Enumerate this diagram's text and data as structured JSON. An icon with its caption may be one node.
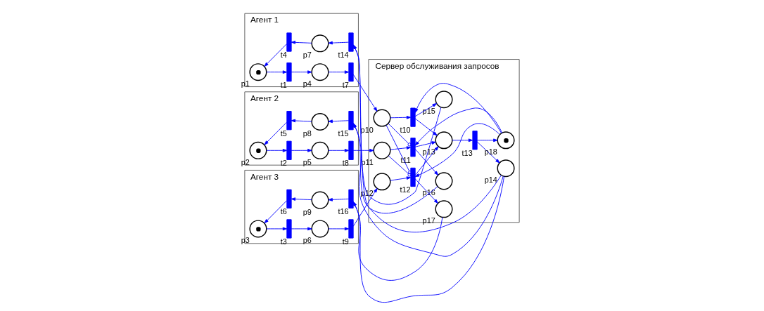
{
  "diagram": {
    "nodes": [
      {
        "text": [
          "Агент 1"
        ]
      },
      {
        "text": [],
        "shape": "marked",
        "beside": [
          "p1"
        ],
        "in": 0
      },
      {
        "text": [],
        "shape": "bar",
        "beside": [
          "t4"
        ],
        "in": 0
      },
      {
        "text": [],
        "shape": "bar",
        "beside": [
          "t1"
        ],
        "in": 0
      },
      {
        "text": [],
        "shape": "circle",
        "beside": [
          "p7"
        ],
        "in": 0
      },
      {
        "text": [],
        "shape": "circle",
        "beside": [
          "p4"
        ],
        "in": 0
      },
      {
        "text": [],
        "shape": "bar",
        "beside": [
          "t14"
        ],
        "in": 0
      },
      {
        "text": [],
        "shape": "bar",
        "beside": [
          "t7"
        ],
        "in": 0
      },
      {
        "text": [
          "Агент 2"
        ]
      },
      {
        "text": [],
        "shape": "marked",
        "beside": [
          "p2"
        ],
        "in": 8
      },
      {
        "text": [],
        "shape": "bar",
        "beside": [
          "t5"
        ],
        "in": 8
      },
      {
        "text": [],
        "shape": "bar",
        "beside": [
          "t2"
        ],
        "in": 8
      },
      {
        "text": [],
        "shape": "circle",
        "beside": [
          "p8"
        ],
        "in": 8
      },
      {
        "text": [],
        "shape": "circle",
        "beside": [
          "p5"
        ],
        "in": 8
      },
      {
        "text": [],
        "shape": "bar",
        "beside": [
          "t15"
        ],
        "in": 8
      },
      {
        "text": [],
        "shape": "bar",
        "beside": [
          "t8"
        ],
        "in": 8
      },
      {
        "text": [
          "Агент 3"
        ]
      },
      {
        "text": [],
        "shape": "marked",
        "beside": [
          "p3"
        ],
        "in": 16
      },
      {
        "text": [],
        "shape": "bar",
        "beside": [
          "t6"
        ],
        "in": 16
      },
      {
        "text": [],
        "shape": "bar",
        "beside": [
          "t3"
        ],
        "in": 16
      },
      {
        "text": [],
        "shape": "circle",
        "beside": [
          "p9"
        ],
        "in": 16
      },
      {
        "text": [],
        "shape": "circle",
        "beside": [
          "p6"
        ],
        "in": 16
      },
      {
        "text": [],
        "shape": "bar",
        "beside": [
          "t16"
        ],
        "in": 16
      },
      {
        "text": [],
        "shape": "bar",
        "beside": [
          "t9"
        ],
        "in": 16
      },
      {
        "text": [
          "Сервер обслуживания запросов"
        ]
      },
      {
        "text": [],
        "shape": "circle",
        "beside": [
          "p15"
        ],
        "in": 24
      },
      {
        "text": [],
        "shape": "circle",
        "beside": [
          "p10"
        ],
        "in": 24
      },
      {
        "text": [],
        "shape": "bar",
        "beside": [
          "t10"
        ],
        "in": 24
      },
      {
        "text": [],
        "shape": "circle",
        "beside": [
          "p16"
        ],
        "in": 24
      },
      {
        "text": [],
        "shape": "circle",
        "beside": [
          "p11"
        ],
        "in": 24
      },
      {
        "text": [],
        "shape": "bar",
        "beside": [
          "t11"
        ],
        "in": 24
      },
      {
        "text": [],
        "shape": "circle",
        "beside": [
          "p13"
        ],
        "in": 24
      },
      {
        "text": [],
        "shape": "bar",
        "beside": [
          "t13"
        ],
        "in": 24
      },
      {
        "text": [],
        "shape": "circle",
        "beside": [
          "p14"
        ],
        "in": 24
      },
      {
        "text": [],
        "shape": "circle",
        "beside": [
          "p17"
        ],
        "in": 24
      },
      {
        "text": [],
        "shape": "circle",
        "beside": [
          "p12"
        ],
        "in": 24
      },
      {
        "text": [],
        "shape": "bar",
        "beside": [
          "t12"
        ],
        "in": 24
      },
      {
        "text": [],
        "shape": "marked",
        "beside": [
          "p18"
        ],
        "in": 24
      }
    ],
    "edges": [
      {
        "from": 1,
        "to": 3,
        "arrow": "to"
      },
      {
        "from": 3,
        "to": 5,
        "arrow": "to"
      },
      {
        "from": 5,
        "to": 7,
        "arrow": "to"
      },
      {
        "from": 7,
        "to": 26,
        "arrow": "to"
      },
      {
        "from": 6,
        "to": 4,
        "arrow": "to"
      },
      {
        "from": 4,
        "to": 2,
        "arrow": "to"
      },
      {
        "from": 2,
        "to": 1,
        "arrow": "to"
      },
      {
        "from": 9,
        "to": 11,
        "arrow": "to"
      },
      {
        "from": 11,
        "to": 13,
        "arrow": "to"
      },
      {
        "from": 13,
        "to": 15,
        "arrow": "to"
      },
      {
        "from": 15,
        "to": 29,
        "arrow": "to"
      },
      {
        "from": 14,
        "to": 12,
        "arrow": "to"
      },
      {
        "from": 12,
        "to": 10,
        "arrow": "to"
      },
      {
        "from": 10,
        "to": 9,
        "arrow": "to"
      },
      {
        "from": 17,
        "to": 19,
        "arrow": "to"
      },
      {
        "from": 19,
        "to": 21,
        "arrow": "to"
      },
      {
        "from": 21,
        "to": 23,
        "arrow": "to"
      },
      {
        "from": 23,
        "to": 35,
        "arrow": "to"
      },
      {
        "from": 22,
        "to": 20,
        "arrow": "to"
      },
      {
        "from": 20,
        "to": 18,
        "arrow": "to"
      },
      {
        "from": 18,
        "to": 17,
        "arrow": "to"
      },
      {
        "from": 33,
        "to": 6,
        "arrow": "to"
      },
      {
        "from": 25,
        "to": 6,
        "arrow": "to"
      },
      {
        "from": 33,
        "to": 14,
        "arrow": "to"
      },
      {
        "from": 28,
        "to": 14,
        "arrow": "to"
      },
      {
        "from": 33,
        "to": 22,
        "arrow": "to"
      },
      {
        "from": 34,
        "to": 22,
        "arrow": "to"
      },
      {
        "from": 26,
        "to": 27,
        "arrow": "to"
      },
      {
        "from": 27,
        "to": 25,
        "arrow": "to"
      },
      {
        "from": 37,
        "to": 27,
        "arrow": "to"
      },
      {
        "from": 27,
        "to": 31,
        "arrow": "to"
      },
      {
        "from": 29,
        "to": 30,
        "arrow": "to"
      },
      {
        "from": 26,
        "to": 30,
        "arrow": "other"
      },
      {
        "from": 30,
        "to": 28,
        "arrow": "to"
      },
      {
        "from": 30,
        "to": 31,
        "arrow": "to"
      },
      {
        "from": 37,
        "to": 30,
        "arrow": "to"
      },
      {
        "from": 35,
        "to": 36,
        "arrow": "to"
      },
      {
        "from": 26,
        "to": 36,
        "arrow": "other"
      },
      {
        "from": 29,
        "to": 36,
        "arrow": "other"
      },
      {
        "from": 36,
        "to": 34,
        "arrow": "to"
      },
      {
        "from": 36,
        "to": 31,
        "arrow": "to"
      },
      {
        "from": 37,
        "to": 36,
        "arrow": "to"
      },
      {
        "from": 31,
        "to": 32,
        "arrow": "to"
      },
      {
        "from": 32,
        "to": 33,
        "arrow": "to"
      },
      {
        "from": 32,
        "to": 37,
        "arrow": "to"
      }
    ]
  }
}
